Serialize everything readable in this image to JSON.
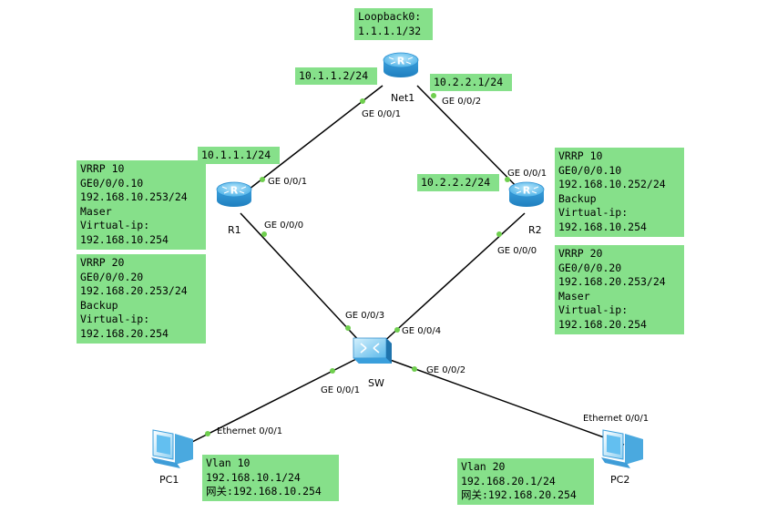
{
  "devices": {
    "net1": {
      "name": "Net1",
      "icon": "router-icon"
    },
    "r1": {
      "name": "R1",
      "icon": "router-icon"
    },
    "r2": {
      "name": "R2",
      "icon": "router-icon"
    },
    "sw": {
      "name": "SW",
      "icon": "switch-icon"
    },
    "pc1": {
      "name": "PC1",
      "icon": "pc-icon"
    },
    "pc2": {
      "name": "PC2",
      "icon": "pc-icon"
    }
  },
  "ports": {
    "net1_g001": "GE 0/0/1",
    "net1_g002": "GE 0/0/2",
    "r1_g001": "GE 0/0/1",
    "r1_g000": "GE 0/0/0",
    "r2_g001": "GE 0/0/1",
    "r2_g000": "GE 0/0/0",
    "sw_g003": "GE 0/0/3",
    "sw_g004": "GE 0/0/4",
    "sw_g001": "GE 0/0/1",
    "sw_g002": "GE 0/0/2",
    "pc1_eth": "Ethernet 0/0/1",
    "pc2_eth": "Ethernet 0/0/1"
  },
  "labels": {
    "loopback": [
      "Loopback0:",
      "1.1.1.1/32"
    ],
    "net1_ip1": "10.1.1.2/24",
    "net1_ip2": "10.2.2.1/24",
    "r1_ip": "10.1.1.1/24",
    "r2_ip": "10.2.2.2/24",
    "r1_vrrp10": [
      "VRRP 10",
      "GE0/0/0.10",
      "192.168.10.253/24",
      "Maser",
      "Virtual-ip:",
      "192.168.10.254"
    ],
    "r1_vrrp20": [
      "VRRP 20",
      "GE0/0/0.20",
      "192.168.20.253/24",
      "Backup",
      "Virtual-ip:",
      "192.168.20.254"
    ],
    "r2_vrrp10": [
      "VRRP 10",
      "GE0/0/0.10",
      "192.168.10.252/24",
      "Backup",
      "Virtual-ip:",
      "192.168.10.254"
    ],
    "r2_vrrp20": [
      "VRRP 20",
      "GE0/0/0.20",
      "192.168.20.253/24",
      "Maser",
      "Virtual-ip:",
      "192.168.20.254"
    ],
    "pc1_info": [
      "Vlan 10",
      "192.168.10.1/24",
      "网关:192.168.10.254"
    ],
    "pc2_info": [
      "Vlan 20",
      "192.168.20.1/24",
      "网关:192.168.20.254"
    ]
  },
  "colors": {
    "label_bg": "#86e08a",
    "port_dot": "#6fcf4e",
    "link": "#000000",
    "device_blue": "#3aa8e6"
  }
}
